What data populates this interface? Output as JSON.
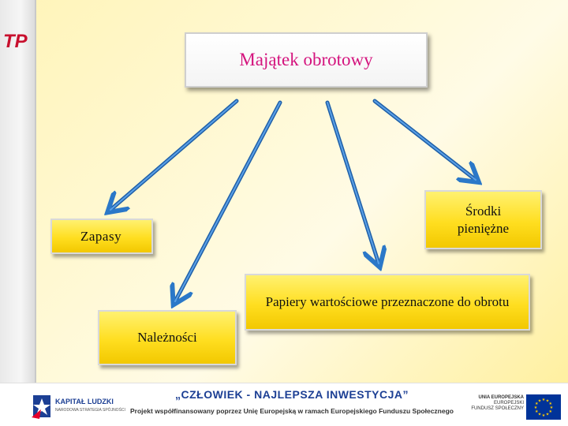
{
  "diagram": {
    "root": "Majątek obrotowy",
    "nodes": {
      "zapasy": "Zapasy",
      "srodki": "Środki pieniężne",
      "papiery": "Papiery wartościowe przeznaczone do obrotu",
      "naleznosci": "Należności"
    }
  },
  "branding": {
    "logo_text": "TP"
  },
  "footer": {
    "kapital_title": "KAPITAŁ LUDZKI",
    "kapital_subtitle": "NARODOWA STRATEGIA SPÓJNOŚCI",
    "slogan": "„CZŁOWIEK  -  NAJLEPSZA  INWESTYCJA”",
    "project": "Projekt współfinansowany poprzez Unię Europejską w ramach Europejskiego Funduszu Społecznego",
    "ue_line1": "UNIA EUROPEJSKA",
    "ue_line2": "EUROPEJSKI",
    "ue_line3": "FUNDUSZ SPOŁECZNY"
  },
  "colors": {
    "title_text": "#d4147e",
    "box_fill": "#ffde20",
    "arrow": "#2b78c8",
    "slogan": "#1c3f94",
    "eu_blue": "#003399",
    "eu_star": "#ffcc00"
  }
}
